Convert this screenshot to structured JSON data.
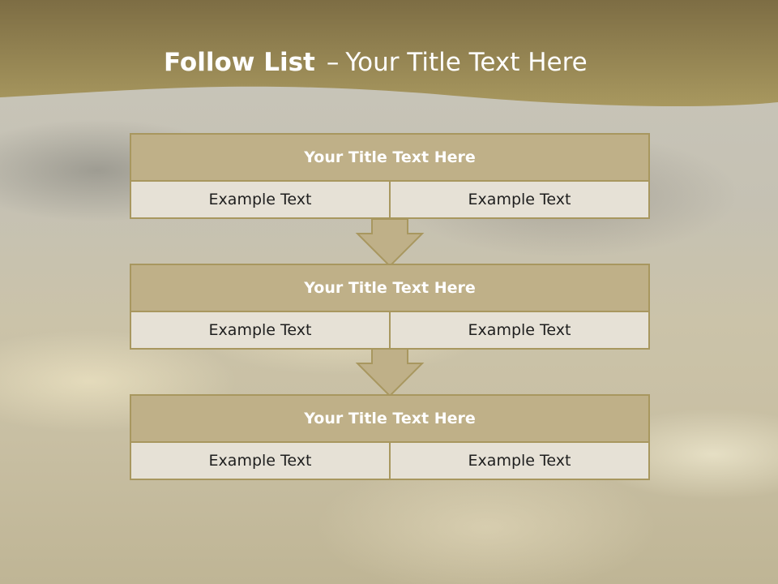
{
  "slide": {
    "title_bold": "Follow List",
    "title_dash": "–",
    "title_rest": "Your Title Text Here",
    "colors": {
      "header_band": "#9c8b5a",
      "box_title_fill": "#bfb088",
      "box_border": "#a8975f",
      "box_body_fill": "#e6e1d6",
      "arrow_fill": "#bfb088"
    }
  },
  "steps": [
    {
      "title": "Your Title Text Here",
      "left": "Example Text",
      "right": "Example Text"
    },
    {
      "title": "Your Title Text Here",
      "left": "Example Text",
      "right": "Example Text"
    },
    {
      "title": "Your Title Text Here",
      "left": "Example Text",
      "right": "Example Text"
    }
  ],
  "connectors": [
    "down-arrow-icon",
    "down-arrow-icon"
  ]
}
